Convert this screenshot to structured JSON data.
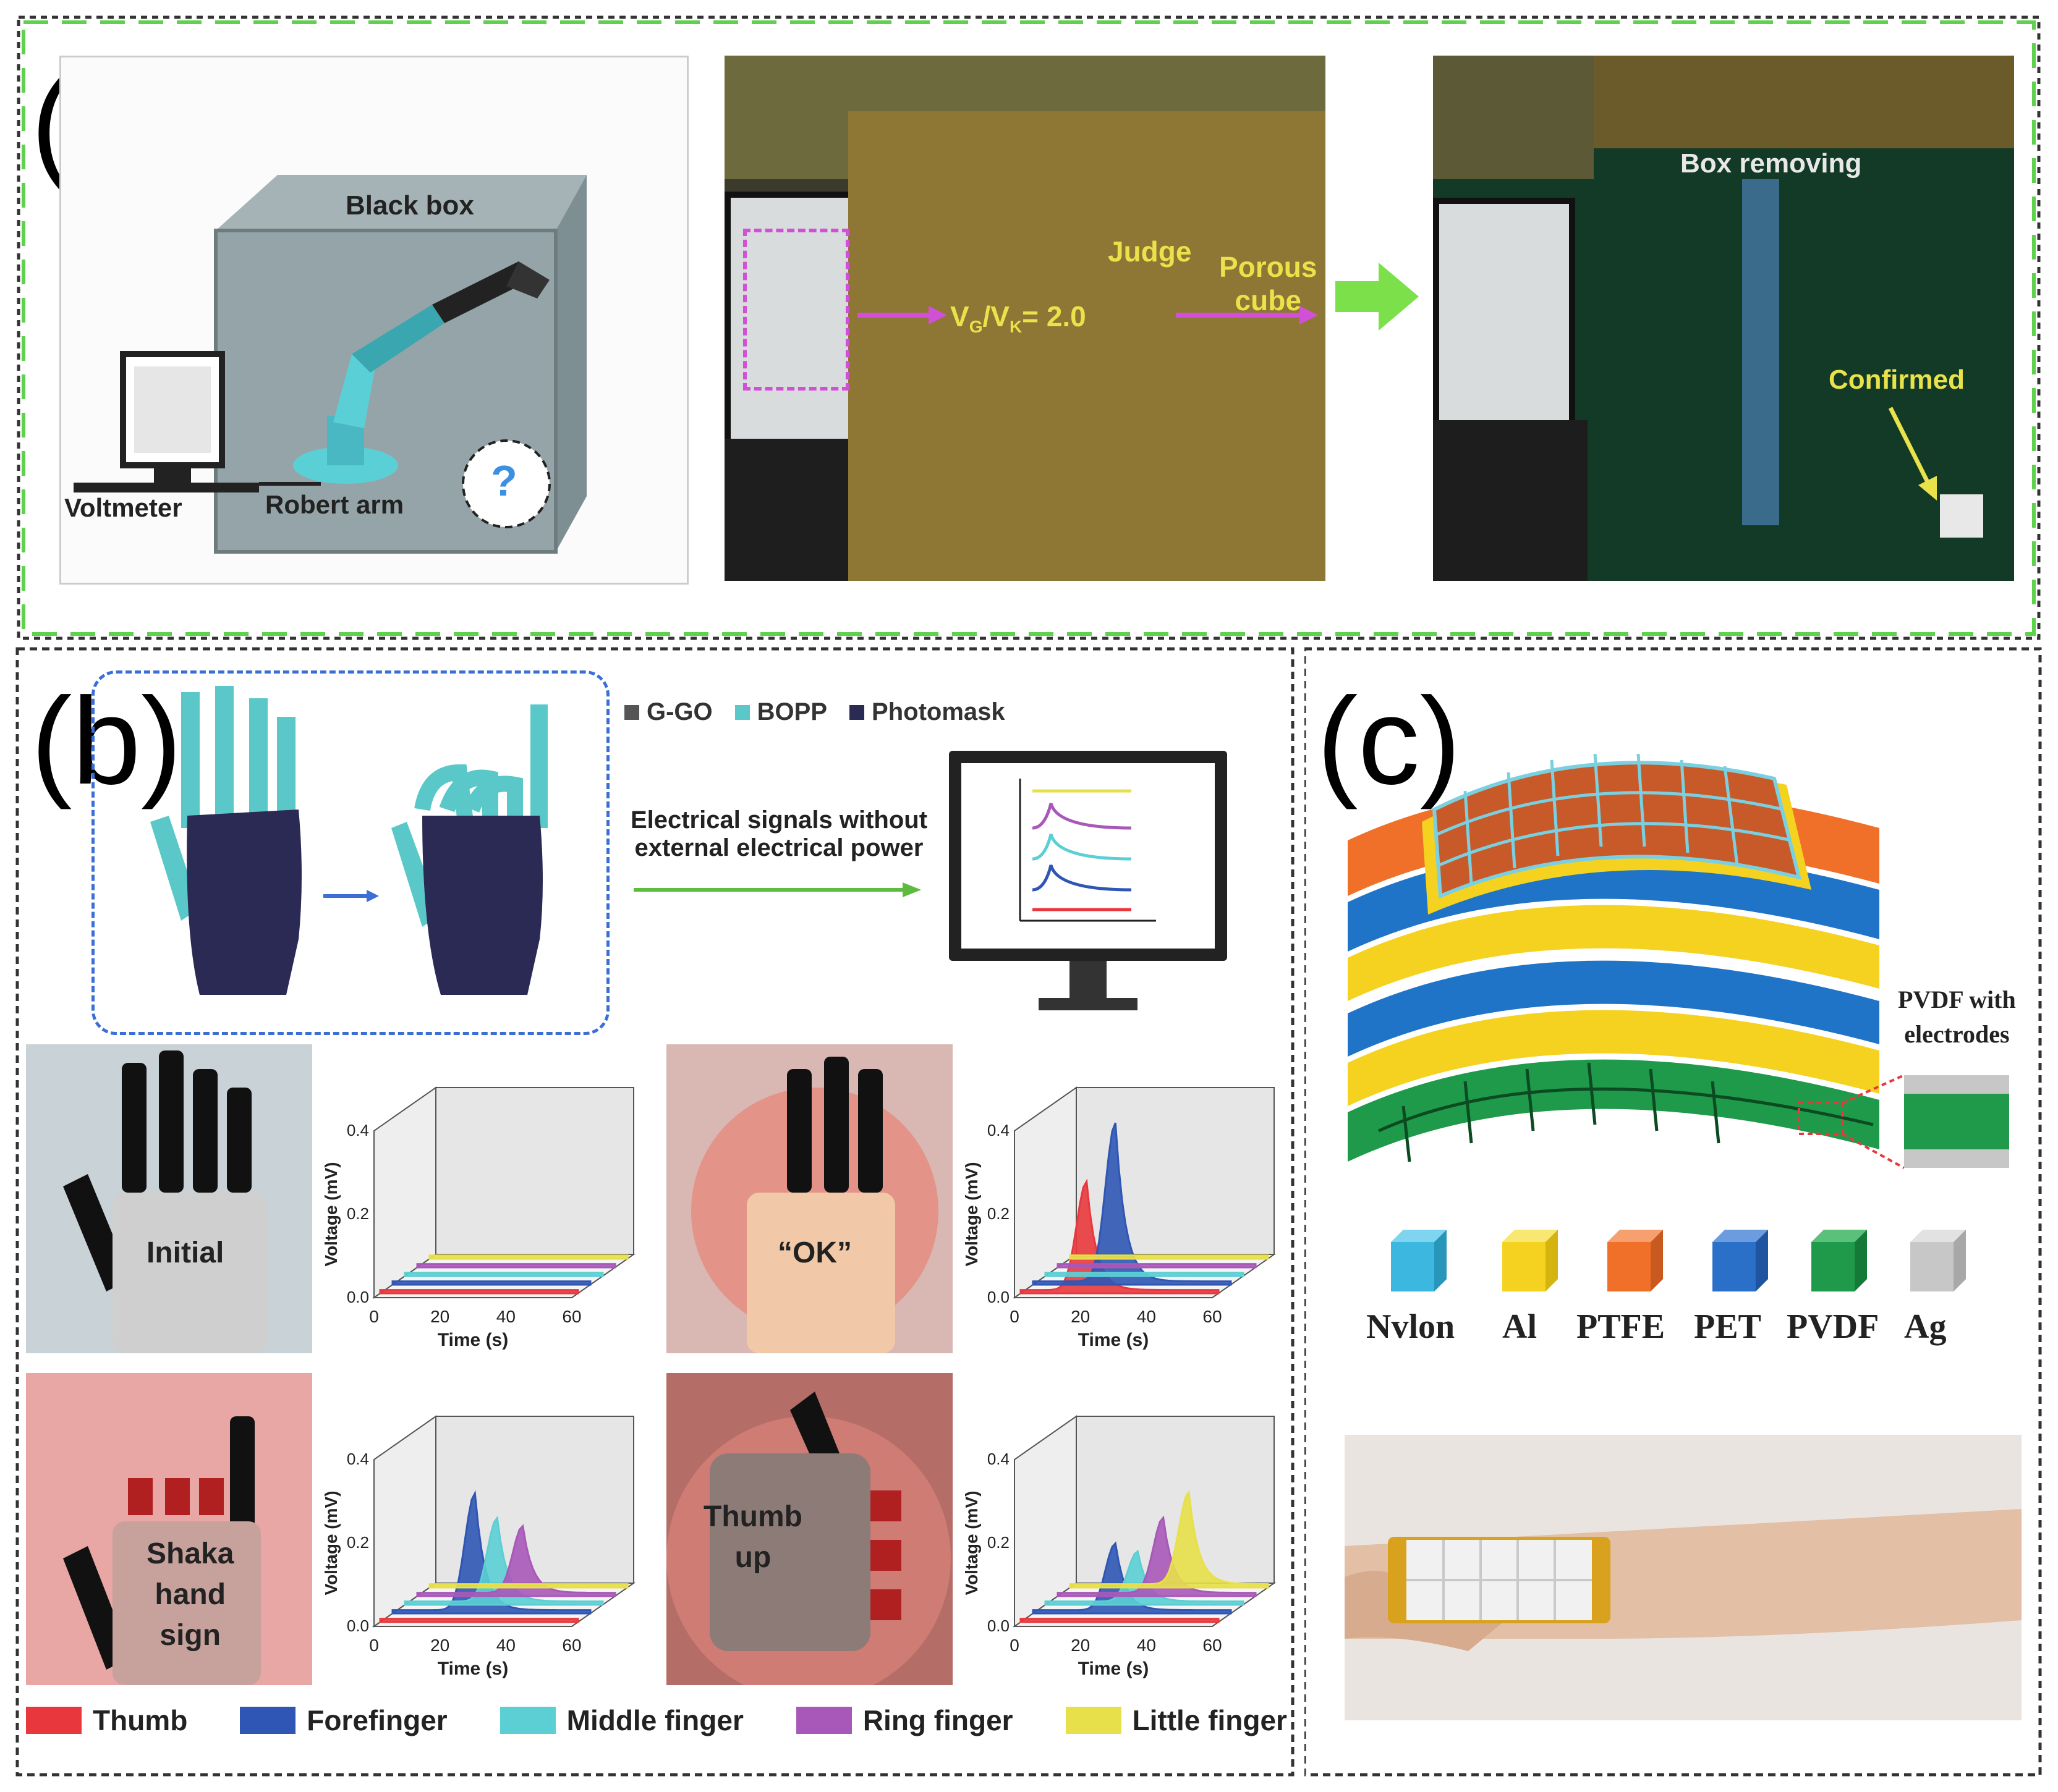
{
  "panel_labels": {
    "a": "(a)",
    "b": "(b)",
    "c": "(c)"
  },
  "panel_a": {
    "schematic": {
      "black_box": "Black box",
      "voltmeter": "Voltmeter",
      "robert_arm": "Robert arm",
      "question": "?"
    },
    "photo1": {
      "ratio_main": "V",
      "ratio_sub1": "G",
      "ratio_slash": "/V",
      "ratio_sub2": "K",
      "ratio_value": "= 2.0",
      "judge": "Judge",
      "result_line1": "Porous",
      "result_line2": "cube"
    },
    "photo2": {
      "box_removing": "Box removing",
      "confirmed": "Confirmed"
    }
  },
  "panel_b": {
    "material_legend": [
      "G-GO",
      "BOPP",
      "Photomask"
    ],
    "signal_text_line1": "Electrical signals without",
    "signal_text_line2": "external electrical power",
    "gestures": [
      {
        "label_lines": [
          "Initial"
        ]
      },
      {
        "label_lines": [
          "“OK”"
        ]
      },
      {
        "label_lines": [
          "Shaka",
          "hand",
          "sign"
        ]
      },
      {
        "label_lines": [
          "Thumb",
          "up"
        ]
      }
    ],
    "finger_legend": [
      "Thumb",
      "Forefinger",
      "Middle finger",
      "Ring finger",
      "Little finger"
    ]
  },
  "panel_c": {
    "inset_line1": "PVDF with",
    "inset_line2": "electrodes",
    "material_legend": [
      "Nvlon",
      "Al",
      "PTFE",
      "PET",
      "PVDF",
      "Ag"
    ]
  },
  "chart_data": [
    {
      "type": "line",
      "gesture": "Initial",
      "xlabel": "Time (s)",
      "ylabel": "Voltage (mV)",
      "xlim": [
        0,
        60
      ],
      "ylim": [
        0.0,
        0.4
      ],
      "x_ticks": [
        "0",
        "20",
        "40",
        "60"
      ],
      "y_ticks": [
        "0.0",
        "0.2",
        "0.4"
      ],
      "series": [
        {
          "name": "Thumb",
          "peak": 0.0
        },
        {
          "name": "Forefinger",
          "peak": 0.0
        },
        {
          "name": "Middle finger",
          "peak": 0.0
        },
        {
          "name": "Ring finger",
          "peak": 0.0
        },
        {
          "name": "Little finger",
          "peak": 0.0
        }
      ]
    },
    {
      "type": "line",
      "gesture": "“OK”",
      "xlabel": "Time (s)",
      "ylabel": "Voltage (mV)",
      "xlim": [
        0,
        60
      ],
      "ylim": [
        0.0,
        0.4
      ],
      "x_ticks": [
        "0",
        "20",
        "40",
        "60"
      ],
      "y_ticks": [
        "0.0",
        "0.2",
        "0.4"
      ],
      "series": [
        {
          "name": "Thumb",
          "peak": 0.26,
          "peak_time": 20
        },
        {
          "name": "Forefinger",
          "peak": 0.38,
          "peak_time": 25
        },
        {
          "name": "Middle finger",
          "peak": 0.0
        },
        {
          "name": "Ring finger",
          "peak": 0.0
        },
        {
          "name": "Little finger",
          "peak": 0.0
        }
      ]
    },
    {
      "type": "line",
      "gesture": "Shaka hand sign",
      "xlabel": "Time (s)",
      "ylabel": "Voltage (mV)",
      "xlim": [
        0,
        60
      ],
      "ylim": [
        0.0,
        0.4
      ],
      "x_ticks": [
        "0",
        "20",
        "40",
        "60"
      ],
      "y_ticks": [
        "0.0",
        "0.2",
        "0.4"
      ],
      "series": [
        {
          "name": "Thumb",
          "peak": 0.0
        },
        {
          "name": "Forefinger",
          "peak": 0.28,
          "peak_time": 25
        },
        {
          "name": "Middle finger",
          "peak": 0.2,
          "peak_time": 28
        },
        {
          "name": "Ring finger",
          "peak": 0.16,
          "peak_time": 32
        },
        {
          "name": "Little finger",
          "peak": 0.0
        }
      ]
    },
    {
      "type": "line",
      "gesture": "Thumb up",
      "xlabel": "Time (s)",
      "ylabel": "Voltage (mV)",
      "xlim": [
        0,
        60
      ],
      "ylim": [
        0.0,
        0.4
      ],
      "x_ticks": [
        "0",
        "20",
        "40",
        "60"
      ],
      "y_ticks": [
        "0.0",
        "0.2",
        "0.4"
      ],
      "series": [
        {
          "name": "Thumb",
          "peak": 0.0
        },
        {
          "name": "Forefinger",
          "peak": 0.16,
          "peak_time": 25
        },
        {
          "name": "Middle finger",
          "peak": 0.12,
          "peak_time": 28
        },
        {
          "name": "Ring finger",
          "peak": 0.18,
          "peak_time": 32
        },
        {
          "name": "Little finger",
          "peak": 0.22,
          "peak_time": 36
        }
      ]
    }
  ],
  "colors": {
    "thumb": "#e8383d",
    "forefinger": "#2f56b4",
    "middle": "#5bcfd4",
    "ring": "#a858b8",
    "little": "#e7e04a",
    "ggo": "#555555",
    "bopp": "#5ac8c8",
    "photomask": "#2a2a55",
    "panel_a_border": "#5fd14e",
    "dash_border": "#333333",
    "arrow_green": "#5dbb3f",
    "arrow_magenta": "#d24fd8",
    "text_yellow": "#e9e24b"
  }
}
